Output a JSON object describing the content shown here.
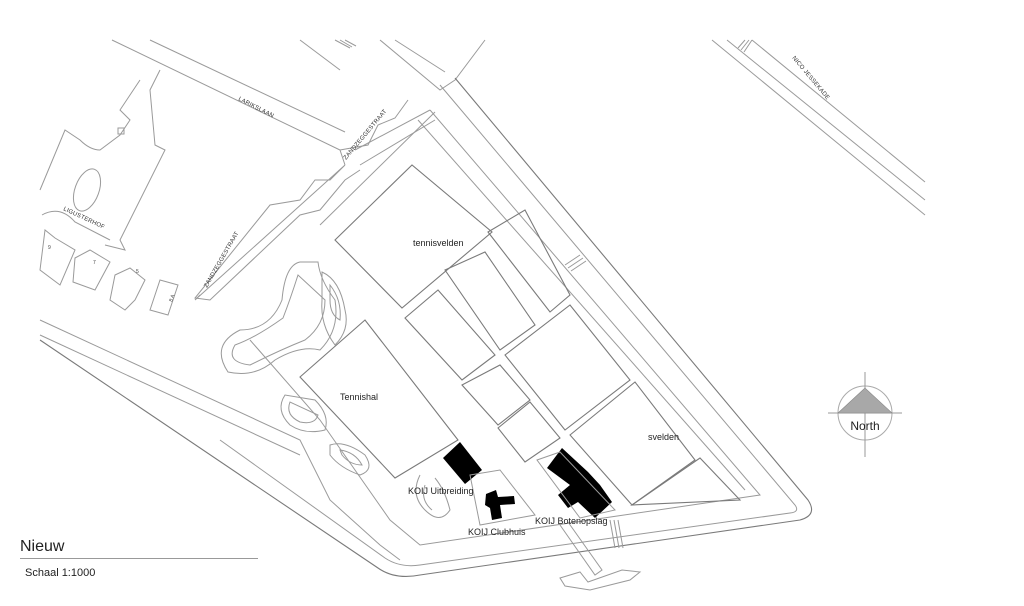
{
  "plan": {
    "title": "Nieuw",
    "scale": "Schaal 1:1000",
    "north_label": "North"
  },
  "streets": {
    "lariksiaan": "LARIKSLAAN",
    "zandzegge_top": "ZANDZEGGESTRAAT",
    "zandzegge_bottom": "ZANDZEGGESTRAAT",
    "ligusterhof": "LIGUSTERHOF",
    "nico_jessekade": "NICO JESSEKADE"
  },
  "house_numbers": [
    "9",
    "7",
    "5",
    "6",
    "8 A"
  ],
  "areas": {
    "tennisvelden_top": "tennisvelden",
    "tennisvelden_right": "svelden",
    "tennishal": "Tennishal",
    "uitbreiding": "KOIJ Uitbreiding",
    "clubhuis": "KOIJ Clubhuis",
    "botenopslag": "KOIJ Botenopslag"
  },
  "colors": {
    "buildings_new": "#000000",
    "lines": "#9a9a9a",
    "north_arrow": "#a8a8a8"
  }
}
